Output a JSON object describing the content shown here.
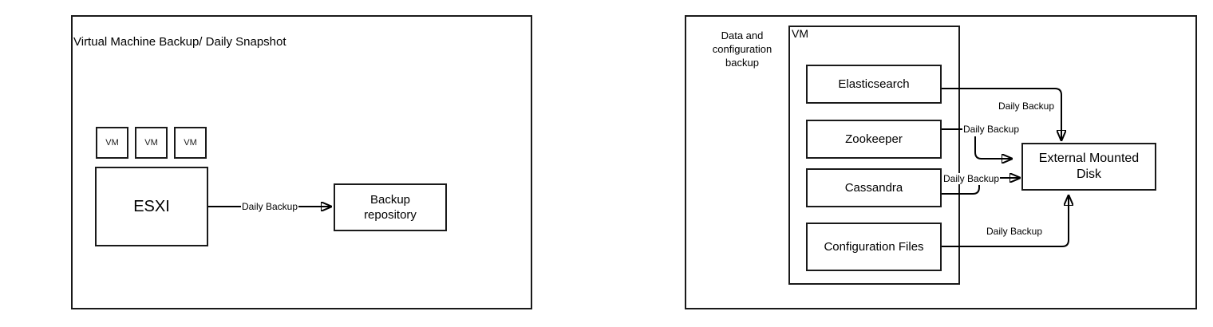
{
  "left_diagram": {
    "title": "Virtual Machine Backup/ Daily Snapshot",
    "vm_boxes": [
      "VM",
      "VM",
      "VM"
    ],
    "host_label": "ESXI",
    "flow_label": "Daily Backup",
    "target_label": "Backup repository"
  },
  "right_diagram": {
    "title": "Data and configuration backup",
    "container_label": "VM",
    "services": [
      "Elasticsearch",
      "Zookeeper",
      "Cassandra",
      "Configuration Files"
    ],
    "flows": {
      "elasticsearch": "Daily Backup",
      "zookeeper": "Daily Backup",
      "cassandra": "Daily Backup",
      "configuration_files": "Daily Backup"
    },
    "target_label": "External Mounted Disk"
  },
  "colors": {
    "stroke": "#1a1a1a",
    "line": "#000000",
    "background": "#ffffff"
  }
}
